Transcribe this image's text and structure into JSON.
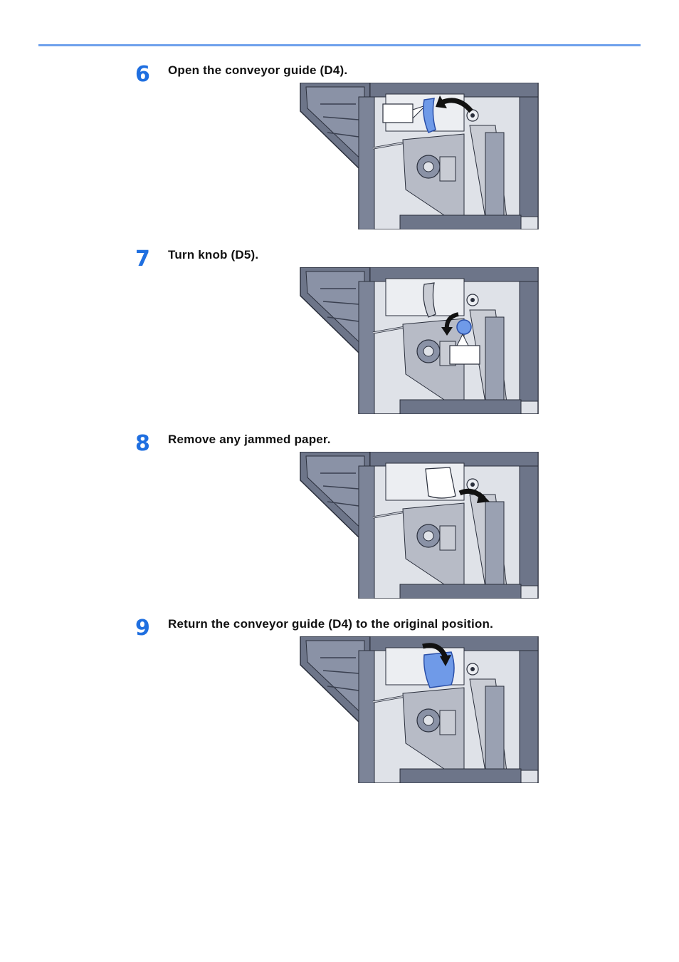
{
  "steps": [
    {
      "number": "6",
      "text": "Open the conveyor guide (D4).",
      "illustration": "open-conveyor-guide"
    },
    {
      "number": "7",
      "text": "Turn knob (D5).",
      "illustration": "turn-knob"
    },
    {
      "number": "8",
      "text": "Remove any jammed paper.",
      "illustration": "remove-jammed-paper"
    },
    {
      "number": "9",
      "text": "Return the conveyor guide (D4) to the original position.",
      "illustration": "return-conveyor-guide"
    }
  ],
  "colors": {
    "accent": "#1f6fe0",
    "rule": "#6fa1ec",
    "machine": "#6d7589",
    "highlight": "#6f9ae8"
  }
}
